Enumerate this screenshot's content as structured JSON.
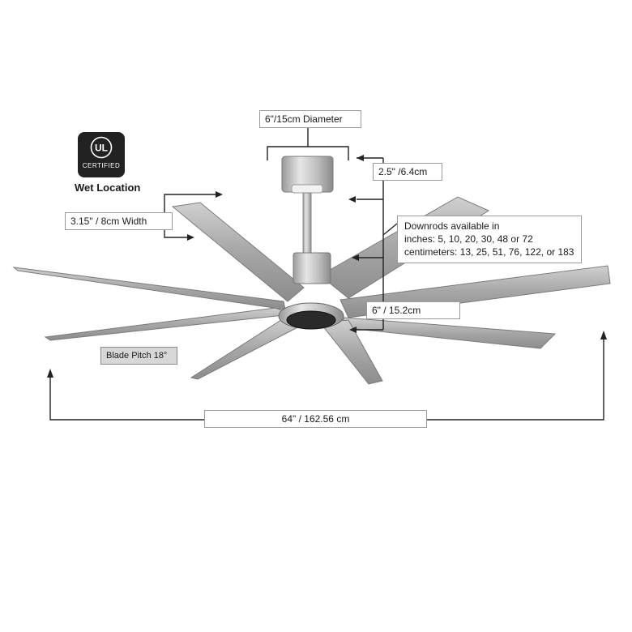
{
  "badge": {
    "brand": "UL",
    "text": "CERTIFIED",
    "icon": "ul-certified-icon"
  },
  "wet_location": "Wet Location",
  "dimensions": {
    "canopy_diameter": "6\"/15cm Diameter",
    "canopy_height": "2.5\" /6.4cm",
    "blade_width": "3.15\" / 8cm Width",
    "downrods_line1": "Downrods available in",
    "downrods_line2": "inches: 5, 10, 20, 30, 48 or 72",
    "downrods_line3": "centimeters: 13, 25, 51, 76, 122, or 183",
    "motor_height": "6\" / 15.2cm",
    "blade_pitch": "Blade Pitch 18°",
    "overall_span": "64\" / 162.56 cm"
  },
  "colors": {
    "blade": "#a9a9a9",
    "metal": "#c4c4c4",
    "dark": "#2a2a2a",
    "badge": "#222222"
  }
}
